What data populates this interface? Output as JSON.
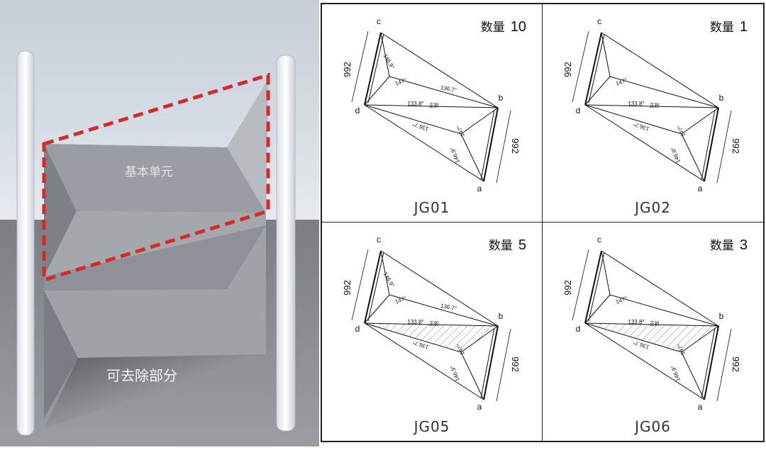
{
  "render": {
    "unit_label": "基本单元",
    "removable_label": "可去除部分",
    "highlight_color": "#d42a2a"
  },
  "panels": [
    {
      "code": "JG01",
      "qty_label": "数量",
      "qty": "10",
      "vertices": {
        "a": "a",
        "b": "b",
        "c": "c",
        "d": "d"
      },
      "dims": {
        "left": "992",
        "right": "992"
      },
      "angles": {
        "c_angle": "146.9°",
        "d_upper": "147°",
        "upper_mid": "136.7°",
        "center": "133.8°",
        "fold": "正折",
        "lower_mid": "136.7°",
        "b_lower": "147°",
        "a_angle": "146.9°"
      },
      "hatched": false
    },
    {
      "code": "JG02",
      "qty_label": "数量",
      "qty": "1",
      "vertices": {
        "a": "a",
        "b": "b",
        "c": "c",
        "d": "d"
      },
      "dims": {
        "left": "992",
        "right": "992"
      },
      "angles": {
        "c_angle": "",
        "d_upper": "147°",
        "upper_mid": "",
        "center": "133.8°",
        "fold": "正折",
        "lower_mid": "136.7°",
        "b_lower": "147°",
        "a_angle": "146.9°"
      },
      "hatched": false
    },
    {
      "code": "JG05",
      "qty_label": "数量",
      "qty": "5",
      "vertices": {
        "a": "a",
        "b": "b",
        "c": "c",
        "d": "d"
      },
      "dims": {
        "left": "992",
        "right": "992"
      },
      "angles": {
        "c_angle": "146.9°",
        "d_upper": "147°",
        "upper_mid": "136.7°",
        "center": "133.8°",
        "fold": "正折",
        "lower_mid": "136.7°",
        "b_lower": "147°",
        "a_angle": "146.9°"
      },
      "hatched": true
    },
    {
      "code": "JG06",
      "qty_label": "数量",
      "qty": "3",
      "vertices": {
        "a": "a",
        "b": "b",
        "c": "c",
        "d": "d"
      },
      "dims": {
        "left": "992",
        "right": "992"
      },
      "angles": {
        "c_angle": "",
        "d_upper": "147°",
        "upper_mid": "",
        "center": "133.8°",
        "fold": "正折",
        "lower_mid": "136.7°",
        "b_lower": "147°",
        "a_angle": "146.9°"
      },
      "hatched": true
    }
  ]
}
